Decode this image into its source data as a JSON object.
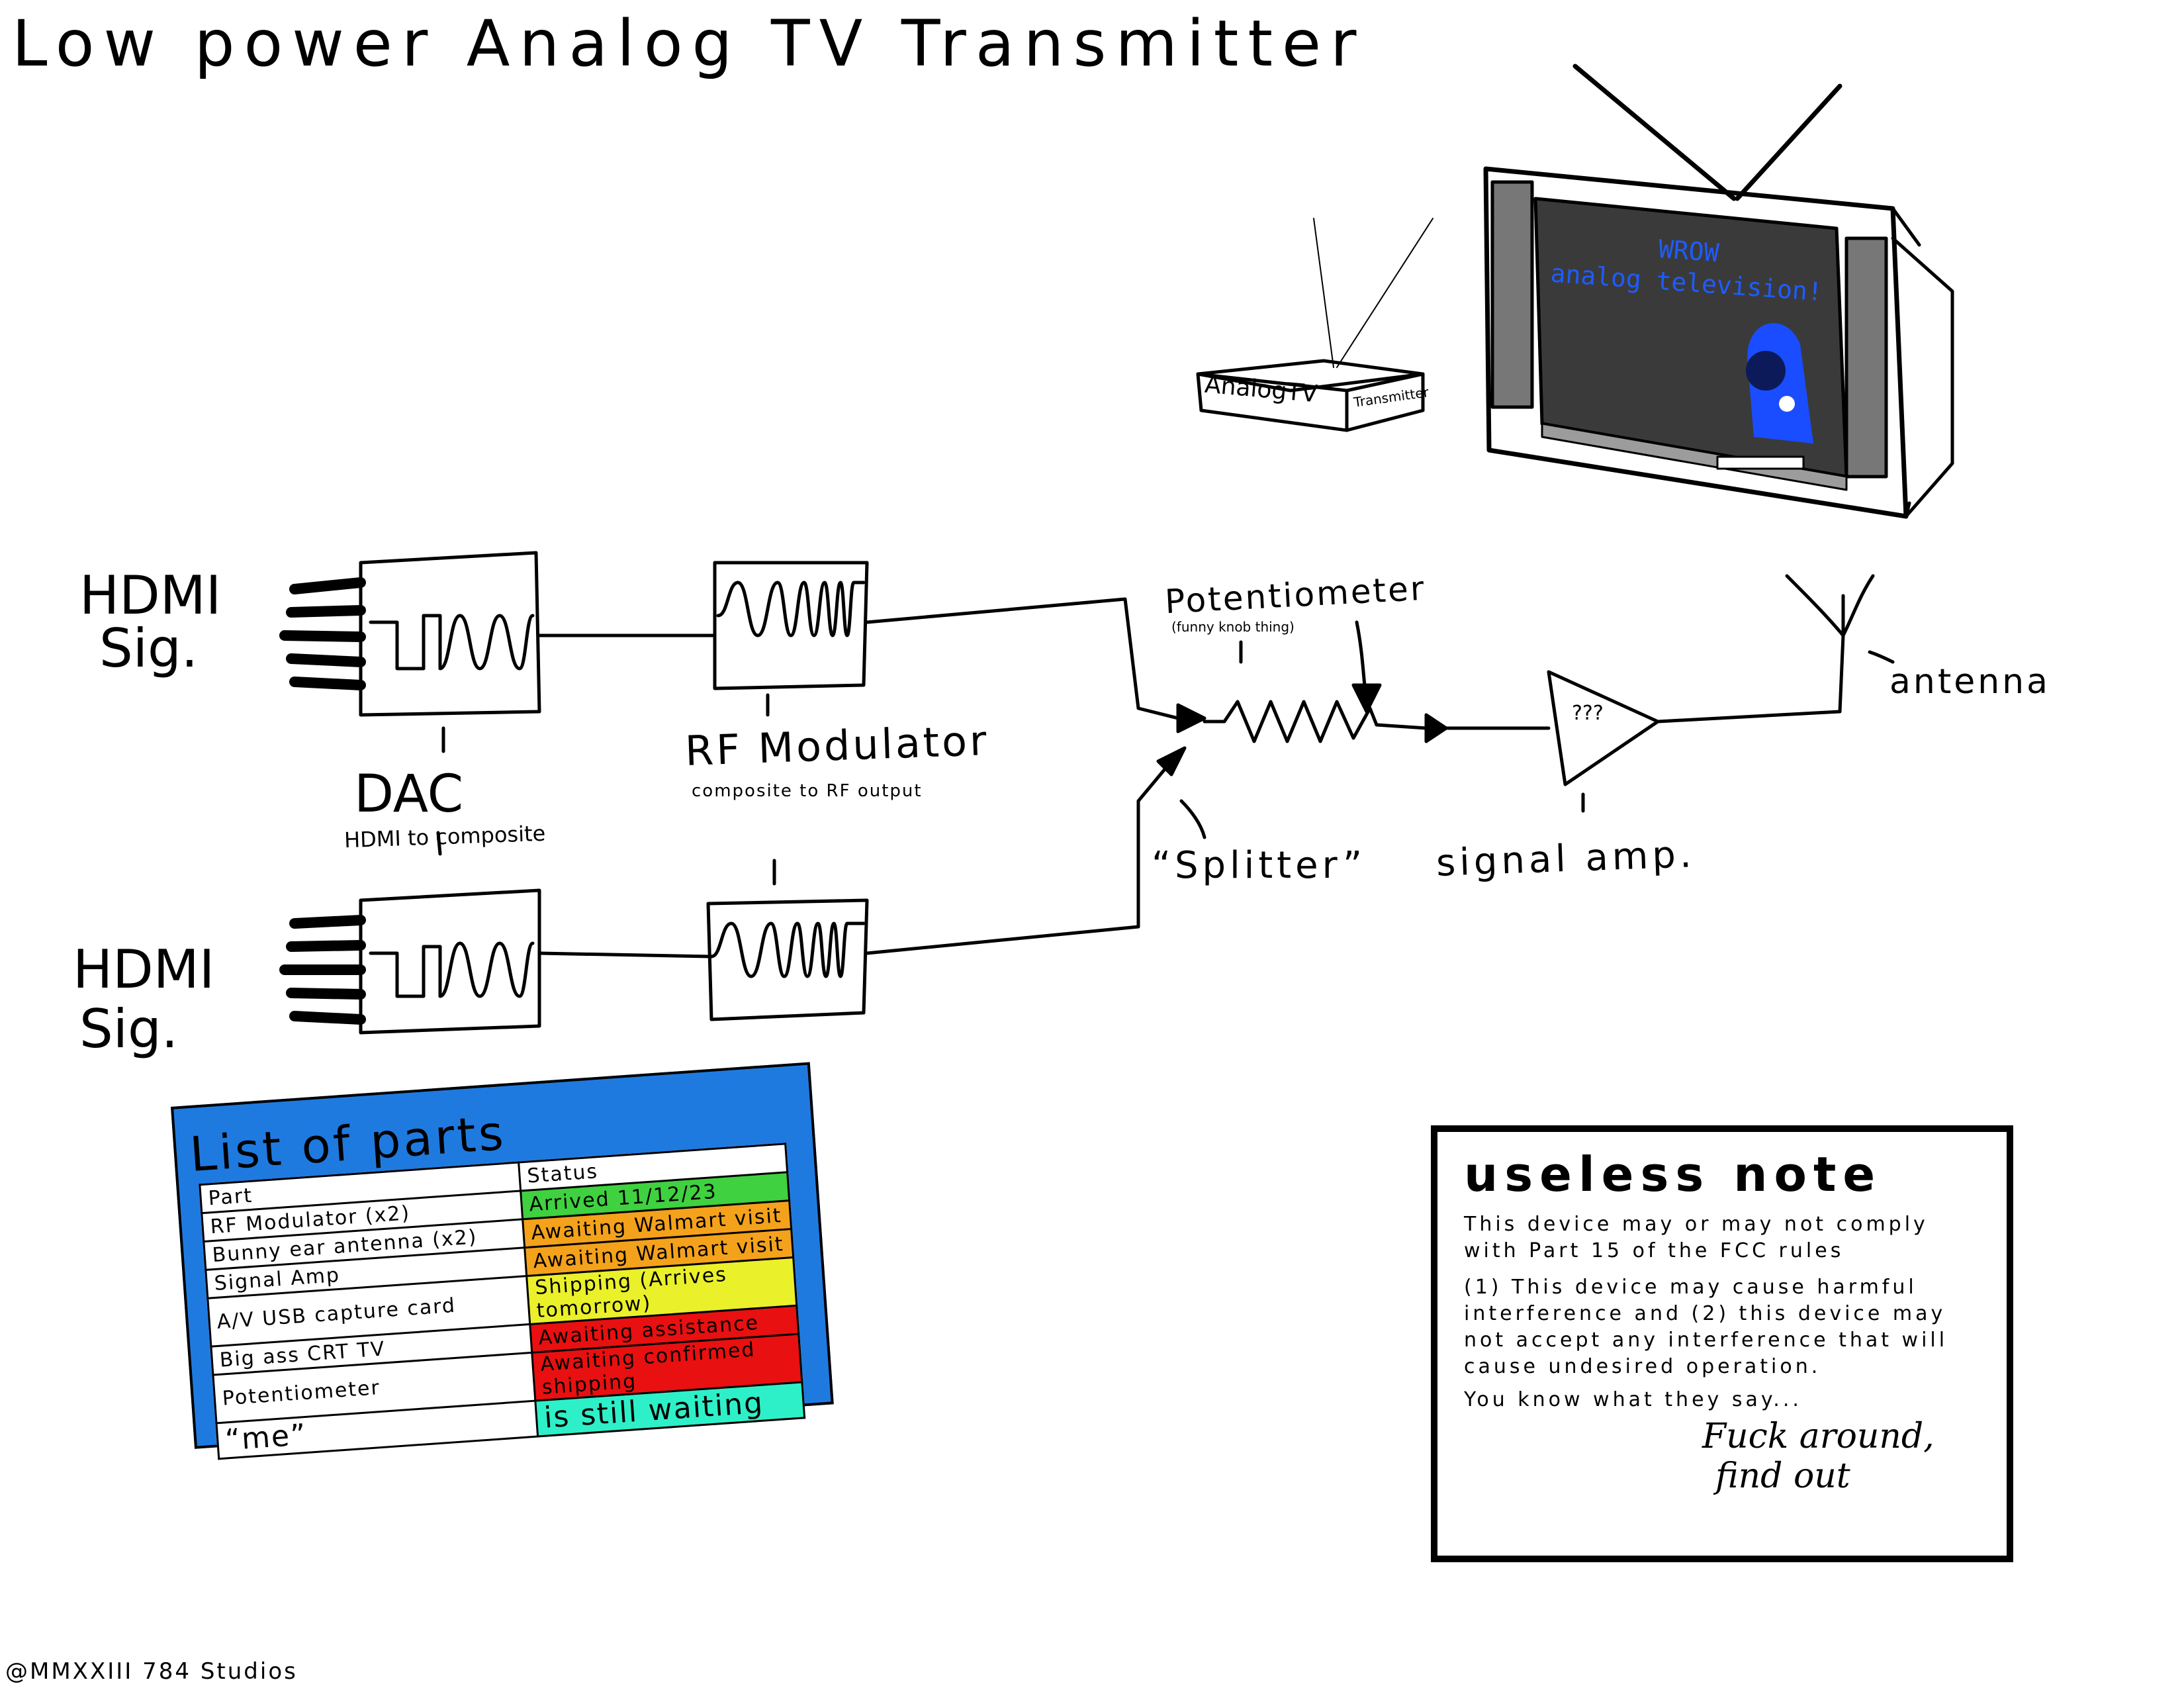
{
  "title": "Low power Analog TV Transmitter",
  "diagram": {
    "hdmi_top_label": [
      "HDMI",
      "Sig."
    ],
    "hdmi_bottom_label": [
      "HDMI",
      "Sig."
    ],
    "dac_label": "DAC",
    "dac_sub": "HDMI to composite",
    "rf_label": "RF Modulator",
    "rf_sub": "composite to RF output",
    "pot_label": "Potentiometer",
    "pot_sub": "(funny knob thing)",
    "splitter_label": "“Splitter”",
    "amp_inner": "???",
    "amp_label": "signal amp.",
    "antenna_label": "antenna"
  },
  "device": {
    "front_label": "AnalogTV",
    "side_label": "Transmitter"
  },
  "tv": {
    "screen_text": [
      "WROW",
      "analog television!"
    ]
  },
  "parts_list": {
    "title": "List of parts",
    "header": [
      "Part",
      "Status"
    ],
    "rows": [
      {
        "part": "RF Modulator (x2)",
        "status": "Arrived 11/12/23",
        "color": "#3fd13f"
      },
      {
        "part": "Bunny ear antenna (x2)",
        "status": "Awaiting Walmart visit",
        "color": "#f4a21b"
      },
      {
        "part": "Signal Amp",
        "status": "Awaiting Walmart visit",
        "color": "#f4a21b"
      },
      {
        "part": "A/V USB capture card",
        "status": "Shipping (Arrives tomorrow)",
        "color": "#eaf02a"
      },
      {
        "part": "Big ass CRT TV",
        "status": "Awaiting assistance",
        "color": "#e81010"
      },
      {
        "part": "Potentiometer",
        "status": "Awaiting confirmed shipping",
        "color": "#e81010"
      },
      {
        "part": "“me”",
        "status": "is still waiting",
        "color": "#2ef0c8"
      }
    ]
  },
  "note": {
    "title": "useless note",
    "line1": "This device may or may not comply with Part 15 of the FCC rules",
    "line2": "(1) This device may cause harmful interference and (2) this device may not accept any interference that will cause undesired operation.",
    "line3": "You know what they say...",
    "signoff": [
      "Fuck around,",
      "find out"
    ]
  },
  "copyright": "@MMXXIII 784 Studios"
}
